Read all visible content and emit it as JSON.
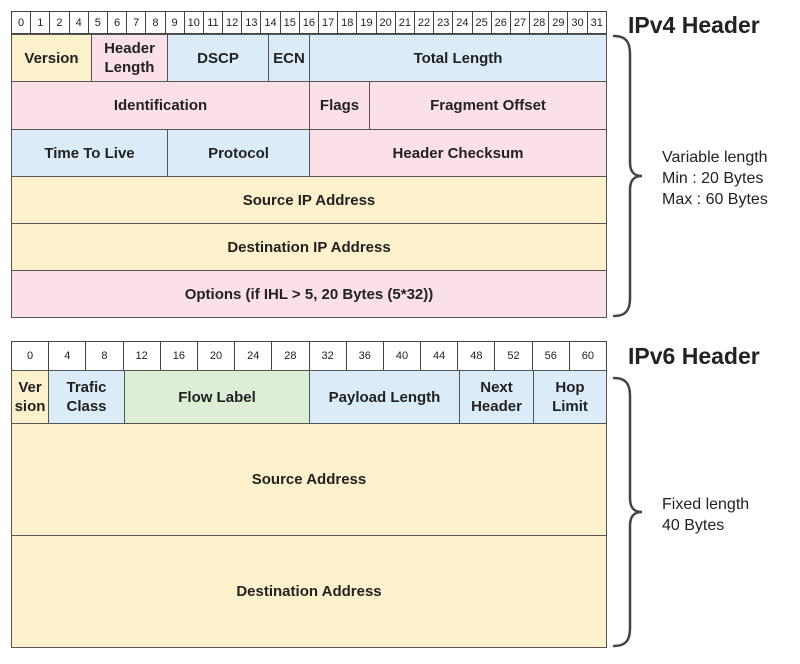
{
  "ipv4": {
    "title": "IPv4 Header",
    "bits": [
      "0",
      "1",
      "2",
      "4",
      "5",
      "6",
      "7",
      "8",
      "9",
      "10",
      "11",
      "12",
      "13",
      "14",
      "15",
      "16",
      "17",
      "18",
      "19",
      "20",
      "21",
      "22",
      "23",
      "24",
      "25",
      "26",
      "27",
      "28",
      "29",
      "30",
      "31"
    ],
    "fields": {
      "version": "Version",
      "header_length": "Header\nLength",
      "dscp": "DSCP",
      "ecn": "ECN",
      "total_length": "Total Length",
      "identification": "Identification",
      "flags": "Flags",
      "fragment_offset": "Fragment Offset",
      "ttl": "Time To Live",
      "protocol": "Protocol",
      "header_checksum": "Header Checksum",
      "source_ip": "Source IP Address",
      "destination_ip": "Destination IP Address",
      "options": "Options (if IHL > 5, 20 Bytes (5*32))"
    },
    "note": "Variable length\nMin : 20 Bytes\nMax : 60 Bytes"
  },
  "ipv6": {
    "title": "IPv6 Header",
    "bits": [
      "0",
      "4",
      "8",
      "12",
      "16",
      "20",
      "24",
      "28",
      "32",
      "36",
      "40",
      "44",
      "48",
      "52",
      "56",
      "60"
    ],
    "fields": {
      "version": "Ver\nsion",
      "traffic_class": "Trafic\nClass",
      "flow_label": "Flow Label",
      "payload_length": "Payload Length",
      "next_header": "Next\nHeader",
      "hop_limit": "Hop\nLimit",
      "source": "Source Address",
      "destination": "Destination Address"
    },
    "note": "Fixed length\n40 Bytes"
  }
}
